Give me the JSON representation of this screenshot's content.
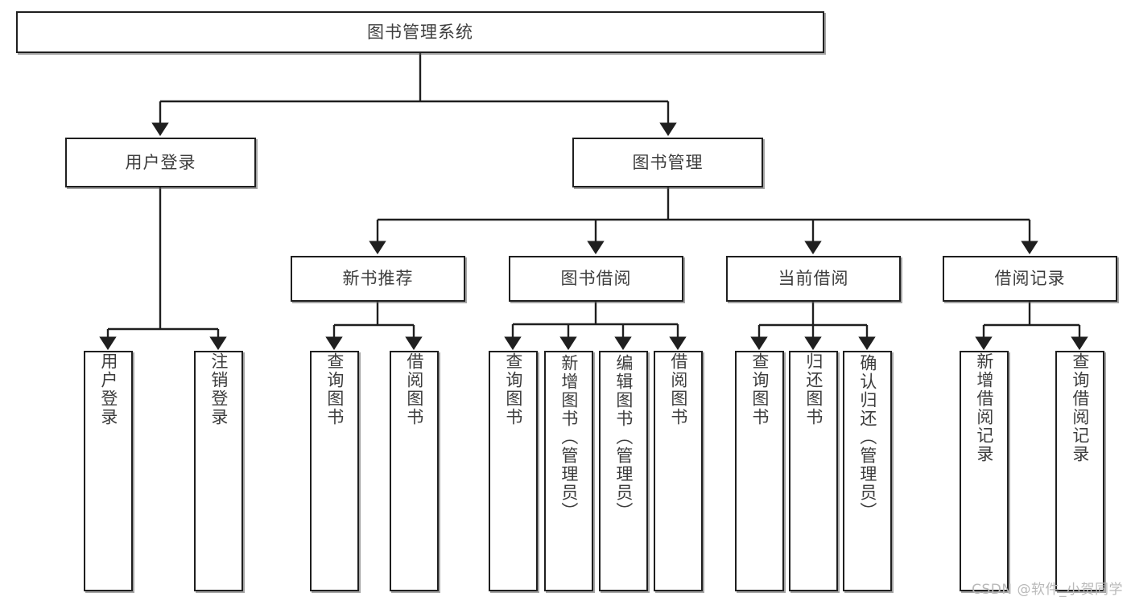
{
  "diagram": {
    "title": "图书管理系统",
    "type": "tree-hierarchy-chart",
    "watermark": "CSDN @软件_小贺同学",
    "colors": {
      "border": "#1f1f1f",
      "text": "#3d3d3d",
      "background": "#ffffff",
      "shadow": "#5a5a5a",
      "watermark": "#b9b9b9"
    }
  },
  "root": {
    "label": "图书管理系统"
  },
  "level2": [
    {
      "label": "用户登录"
    },
    {
      "label": "图书管理"
    }
  ],
  "level3": [
    {
      "label": "新书推荐"
    },
    {
      "label": "图书借阅"
    },
    {
      "label": "当前借阅"
    },
    {
      "label": "借阅记录"
    }
  ],
  "leaves": {
    "user_login": [
      {
        "label": "用户登录"
      },
      {
        "label": "注销登录"
      }
    ],
    "new_book": [
      {
        "label": "查询图书"
      },
      {
        "label": "借阅图书"
      }
    ],
    "borrow_book": [
      {
        "label": "查询图书"
      },
      {
        "label": "新增图书（管理员）"
      },
      {
        "label": "编辑图书（管理员）"
      },
      {
        "label": "借阅图书"
      }
    ],
    "current_borrow": [
      {
        "label": "查询图书"
      },
      {
        "label": "归还图书"
      },
      {
        "label": "确认归还（管理员）"
      }
    ],
    "borrow_record": [
      {
        "label": "新增借阅记录"
      },
      {
        "label": "查询借阅记录"
      }
    ]
  }
}
